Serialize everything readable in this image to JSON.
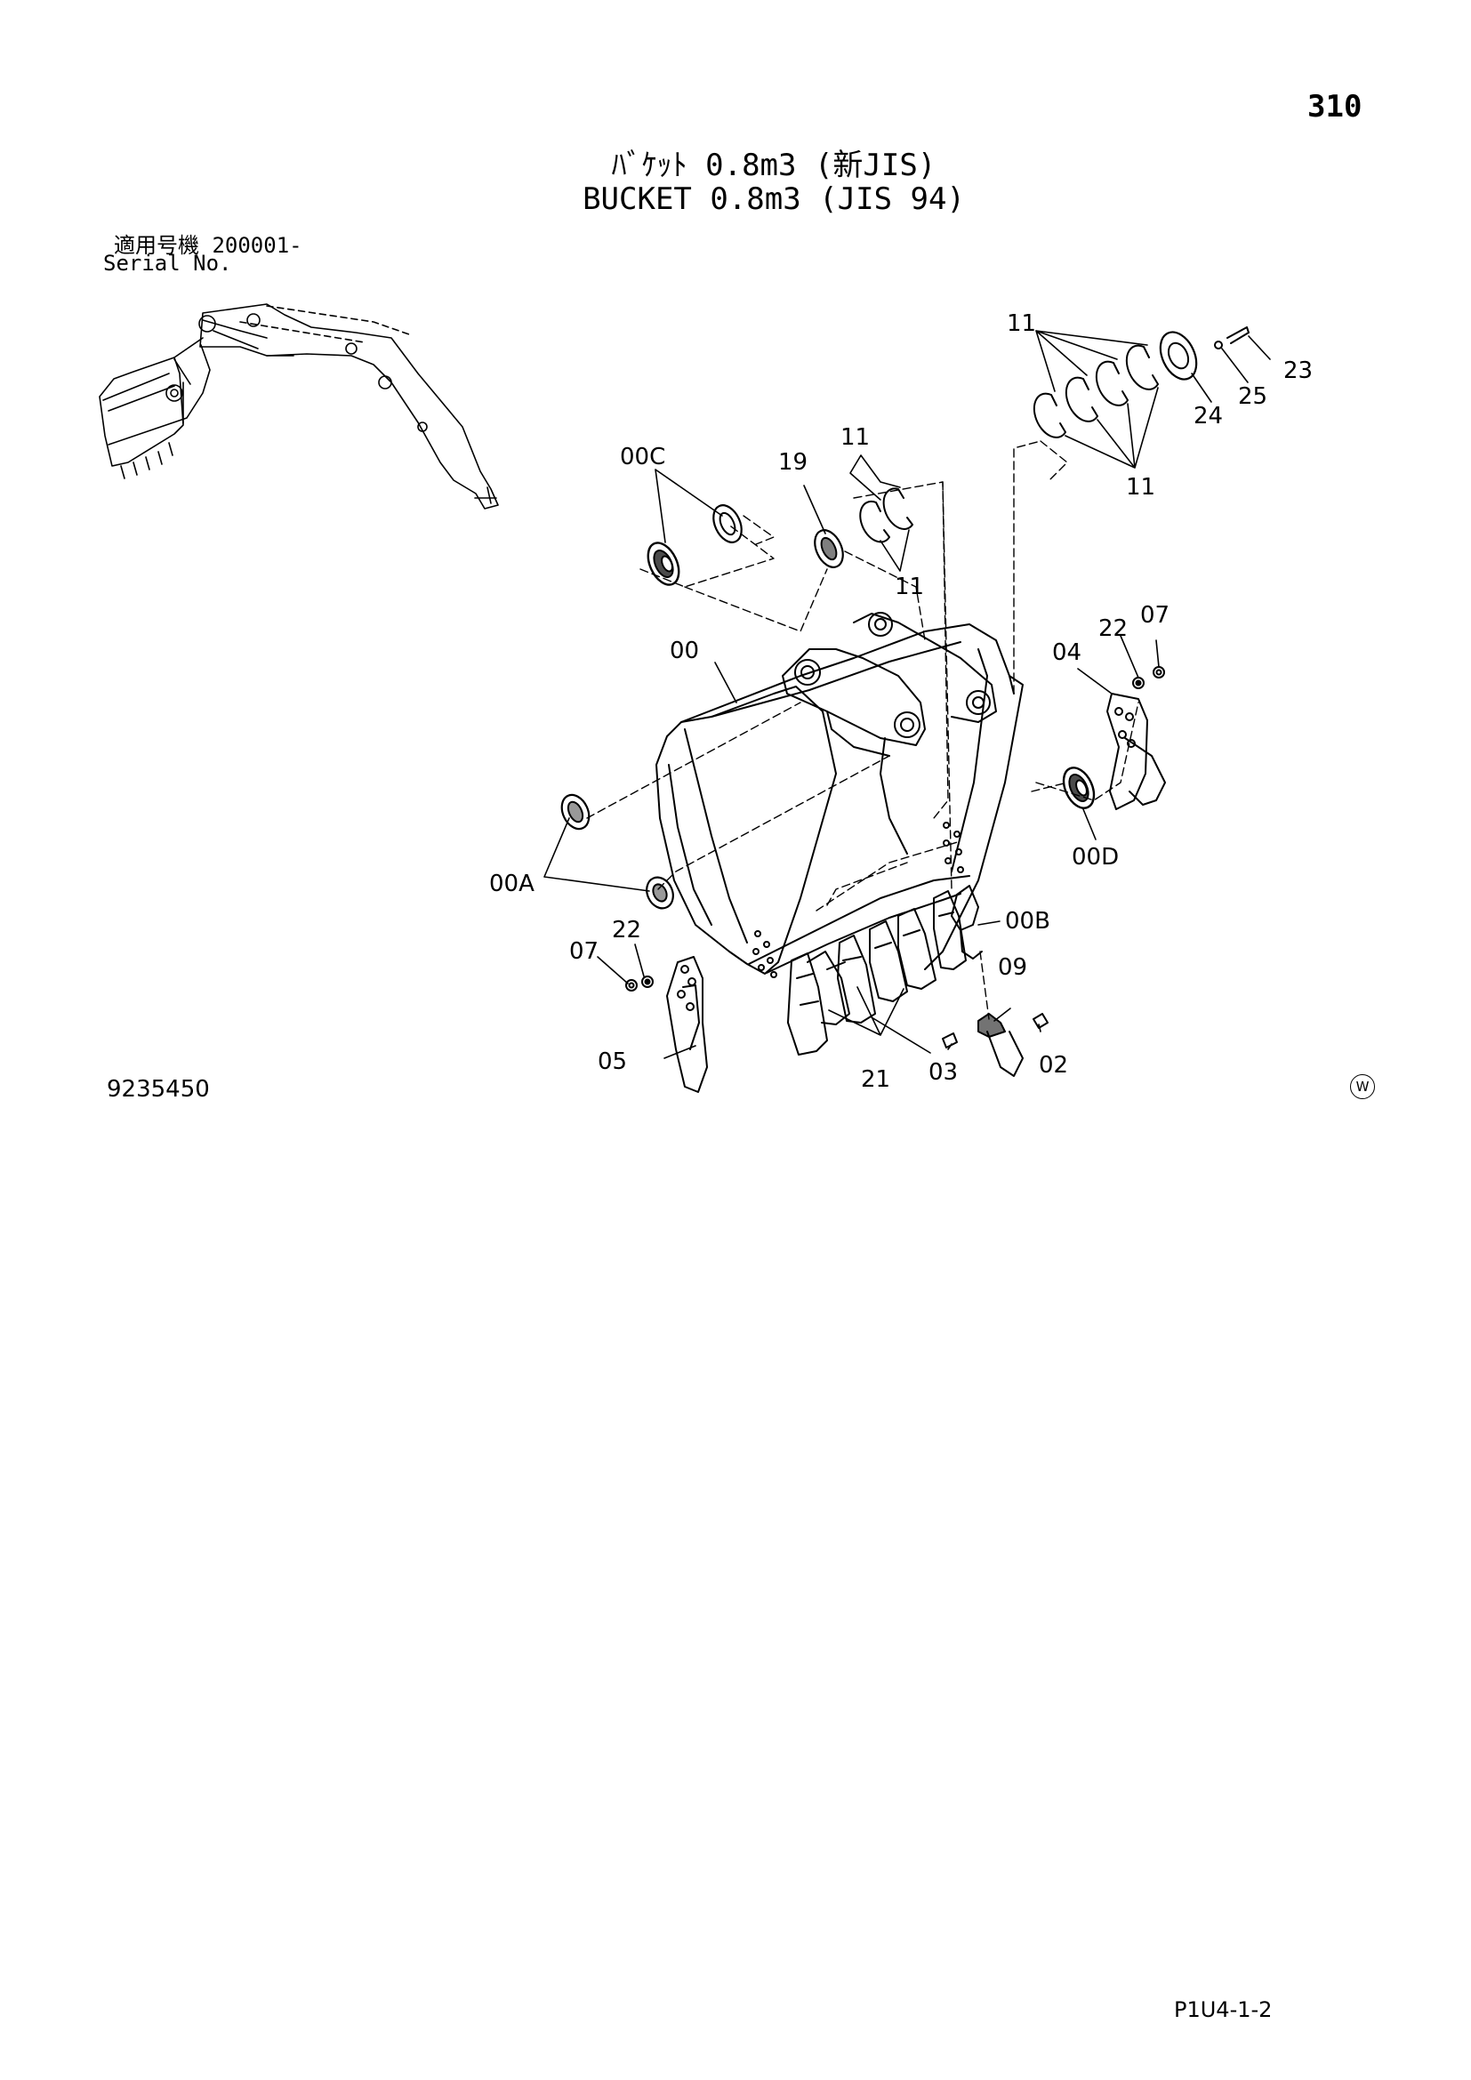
{
  "page_number": "310",
  "title_jp": "ﾊﾞｹｯﾄ 0.8m3 (新JIS)",
  "title_en": "BUCKET 0.8m3 (JIS 94)",
  "serial_jp": "適用号機  200001-",
  "serial_en": "Serial No.",
  "drawing_number": "9235450",
  "mark": "W",
  "page_code": "P1U4-1-2",
  "callouts": {
    "c11_top": "11",
    "c23": "23",
    "c25": "25",
    "c24": "24",
    "c11_right": "11",
    "c00C": "00C",
    "c19": "19",
    "c11_mid": "11",
    "c11_mid_low": "11",
    "c22_right": "22",
    "c07_right": "07",
    "c04": "04",
    "c00": "00",
    "c00D": "00D",
    "c00A": "00A",
    "c00B": "00B",
    "c22_left": "22",
    "c07_left": "07",
    "c09": "09",
    "c05": "05",
    "c21": "21",
    "c03": "03",
    "c02": "02"
  }
}
